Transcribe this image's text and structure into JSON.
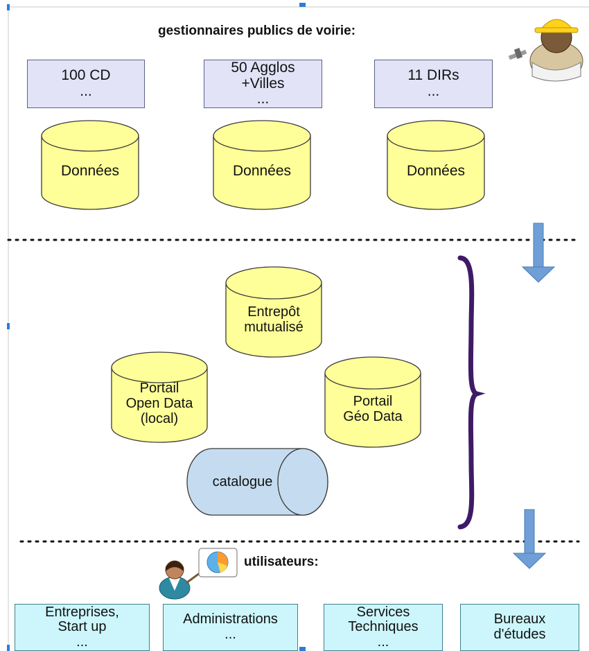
{
  "header": {
    "title": "gestionnaires publics de voirie:"
  },
  "sources": [
    {
      "lines": [
        "100 CD",
        "..."
      ]
    },
    {
      "lines": [
        "50 Agglos",
        "+Villes",
        "..."
      ]
    },
    {
      "lines": [
        "11 DIRs",
        "..."
      ]
    }
  ],
  "source_dbs": [
    {
      "label": "Données"
    },
    {
      "label": "Données"
    },
    {
      "label": "Données"
    }
  ],
  "middle": {
    "entrepot": {
      "lines": [
        "Entrepôt",
        "mutualisé"
      ]
    },
    "opendata": {
      "lines": [
        "Portail",
        "Open Data",
        "(local)"
      ]
    },
    "geodata": {
      "lines": [
        "Portail",
        "Géo Data"
      ]
    },
    "catalogue": {
      "label": "catalogue"
    }
  },
  "users": {
    "title": "utilisateurs:",
    "boxes": [
      {
        "lines": [
          "Entreprises,",
          "Start up",
          "..."
        ]
      },
      {
        "lines": [
          "Administrations",
          "..."
        ]
      },
      {
        "lines": [
          "Services",
          "Techniques",
          "..."
        ]
      },
      {
        "lines": [
          "Bureaux",
          "d'études"
        ]
      }
    ]
  },
  "icons": {
    "worker": "construction-worker-icon",
    "presenter": "presenter-icon",
    "chart": "pie-chart-icon",
    "arrow": "arrow-down-icon",
    "brace": "curly-brace-icon"
  },
  "colors": {
    "db_fill": "#ffff99",
    "db_stroke": "#3a3a3a",
    "source_box_fill": "#e2e3f7",
    "user_box_fill": "#ccf6fb",
    "catalogue_fill": "#c5dcf0",
    "arrow": "#6f9fd6",
    "brace": "#3f1a66"
  }
}
